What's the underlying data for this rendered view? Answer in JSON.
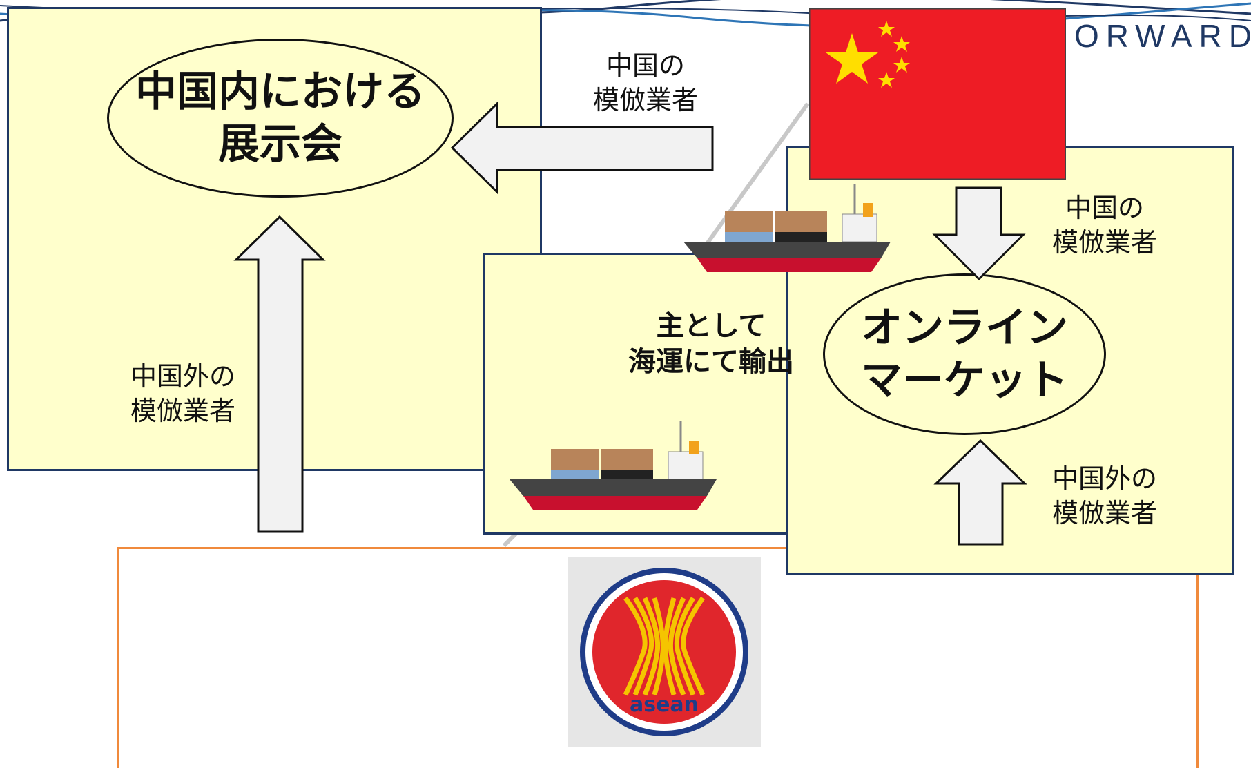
{
  "logo": {
    "text": "ORWARD"
  },
  "nodes": {
    "domestic_exhibition": "中国内における\n展示会",
    "online_market": "オンライン\nマーケット"
  },
  "labels": {
    "china_counterfeiters_top": "中国の\n模倣業者",
    "china_counterfeiters_right": "中国の\n模倣業者",
    "overseas_counterfeiters_left": "中国外の\n模倣業者",
    "overseas_counterfeiters_right": "中国外の\n模倣業者",
    "shipping": "主として\n海運にて輸出"
  },
  "emblems": {
    "asean_text": "asean"
  },
  "colors": {
    "panel_fill": "#ffffcc",
    "panel_border": "#1f3864",
    "asean_border": "#f08a3c",
    "flag_red": "#ee1c25",
    "flag_star": "#ffde00"
  }
}
